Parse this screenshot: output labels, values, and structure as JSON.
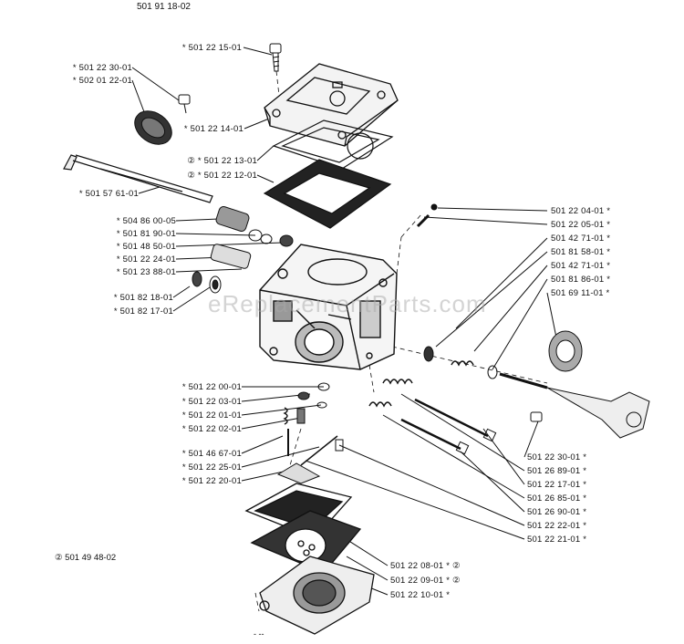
{
  "diagram_number": "501 91 18-02",
  "watermark": "eReplacementParts.com",
  "kit_note": "② 501 49 48-02",
  "bottom_mark": "- --",
  "callouts_left": [
    "* 501 22 15-01",
    "* 501 22 30-01",
    "* 502 01 22-01",
    "* 501 22 14-01",
    "② * 501 22 13-01",
    "② * 501 22 12-01",
    "* 501 57 61-01",
    "* 504 86 00-05",
    "* 501 81 90-01",
    "* 501 48 50-01",
    "* 501 22 24-01",
    "* 501 23 88-01",
    "* 501 82 18-01",
    "* 501 82 17-01",
    "* 501 22 00-01",
    "* 501 22 03-01",
    "* 501 22 01-01",
    "* 501 22 02-01",
    "* 501 46 67-01",
    "* 501 22 25-01",
    "* 501 22 20-01"
  ],
  "callouts_right": [
    "501 22 04-01 *",
    "501 22 05-01 *",
    "501 42 71-01 *",
    "501 81 58-01 *",
    "501 42 71-01 *",
    "501 81 86-01 *",
    "501 69 11-01 *",
    "501 22 30-01 *",
    "501 26 89-01 *",
    "501 22 17-01 *",
    "501 26 85-01 *",
    "501 26 90-01 *",
    "501 22 22-01 *",
    "501 22 21-01 *",
    "501 22 08-01 * ②",
    "501 22 09-01 * ②",
    "501 22 10-01 *"
  ]
}
